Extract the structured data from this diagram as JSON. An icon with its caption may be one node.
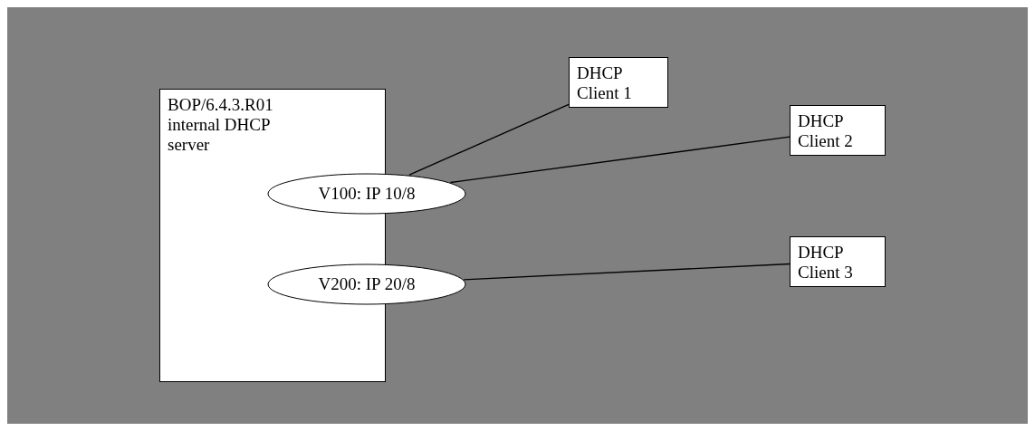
{
  "diagram": {
    "nodes": [
      {
        "text": [
          "BOP/6.4.3.R01 internal DHCP server"
        ]
      },
      {
        "text": [
          "V100: IP 10/8"
        ]
      },
      {
        "text": [
          "V200: IP 20/8"
        ]
      },
      {
        "text": [
          "DHCP Client 1"
        ]
      },
      {
        "text": [
          "DHCP Client 2"
        ]
      },
      {
        "text": [
          "DHCP Client 3"
        ]
      }
    ],
    "edges": [
      {
        "from": 1,
        "to": 3,
        "arrow": "none"
      },
      {
        "from": 1,
        "to": 4,
        "arrow": "none"
      },
      {
        "from": 2,
        "to": 5,
        "arrow": "none"
      }
    ]
  }
}
